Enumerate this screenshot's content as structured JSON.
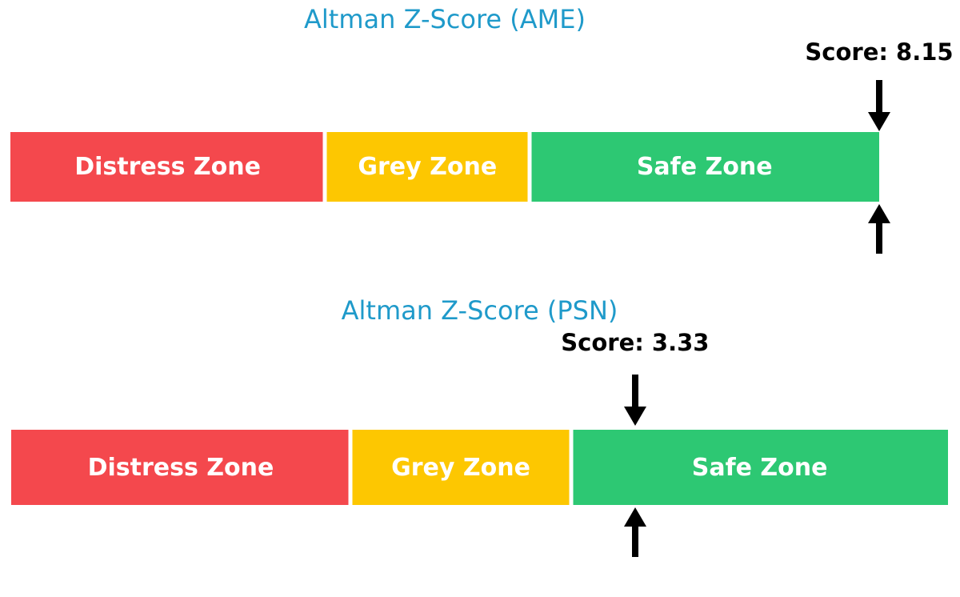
{
  "style": {
    "background": "#ffffff",
    "title_color": "#1f9aca",
    "score_text_color": "#000000",
    "arrow_color": "#000000",
    "zone_label_color": "#ffffff",
    "divider_color": "#ffffff"
  },
  "chart_data": [
    {
      "type": "bar",
      "variant": "zone-gauge",
      "title": "Altman Z-Score (AME)",
      "score": 8.15,
      "score_label": "Score: 8.15",
      "axis_range": [
        0,
        5.0
      ],
      "marker_value": 5.0,
      "legend": "none",
      "zones": [
        {
          "label": "Distress Zone",
          "start": 0,
          "end": 1.81,
          "color": "#f4484d"
        },
        {
          "label": "Grey Zone",
          "start": 1.81,
          "end": 2.99,
          "color": "#fdc701"
        },
        {
          "label": "Safe Zone",
          "start": 2.99,
          "end": 5.0,
          "color": "#2dc873"
        }
      ]
    },
    {
      "type": "bar",
      "variant": "zone-gauge",
      "title": "Altman Z-Score (PSN)",
      "score": 3.33,
      "score_label": "Score: 3.33",
      "axis_range": [
        0,
        5.0
      ],
      "marker_value": 3.33,
      "legend": "none",
      "zones": [
        {
          "label": "Distress Zone",
          "start": 0,
          "end": 1.81,
          "color": "#f4484d"
        },
        {
          "label": "Grey Zone",
          "start": 1.81,
          "end": 2.99,
          "color": "#fdc701"
        },
        {
          "label": "Safe Zone",
          "start": 2.99,
          "end": 5.0,
          "color": "#2dc873"
        }
      ]
    }
  ]
}
